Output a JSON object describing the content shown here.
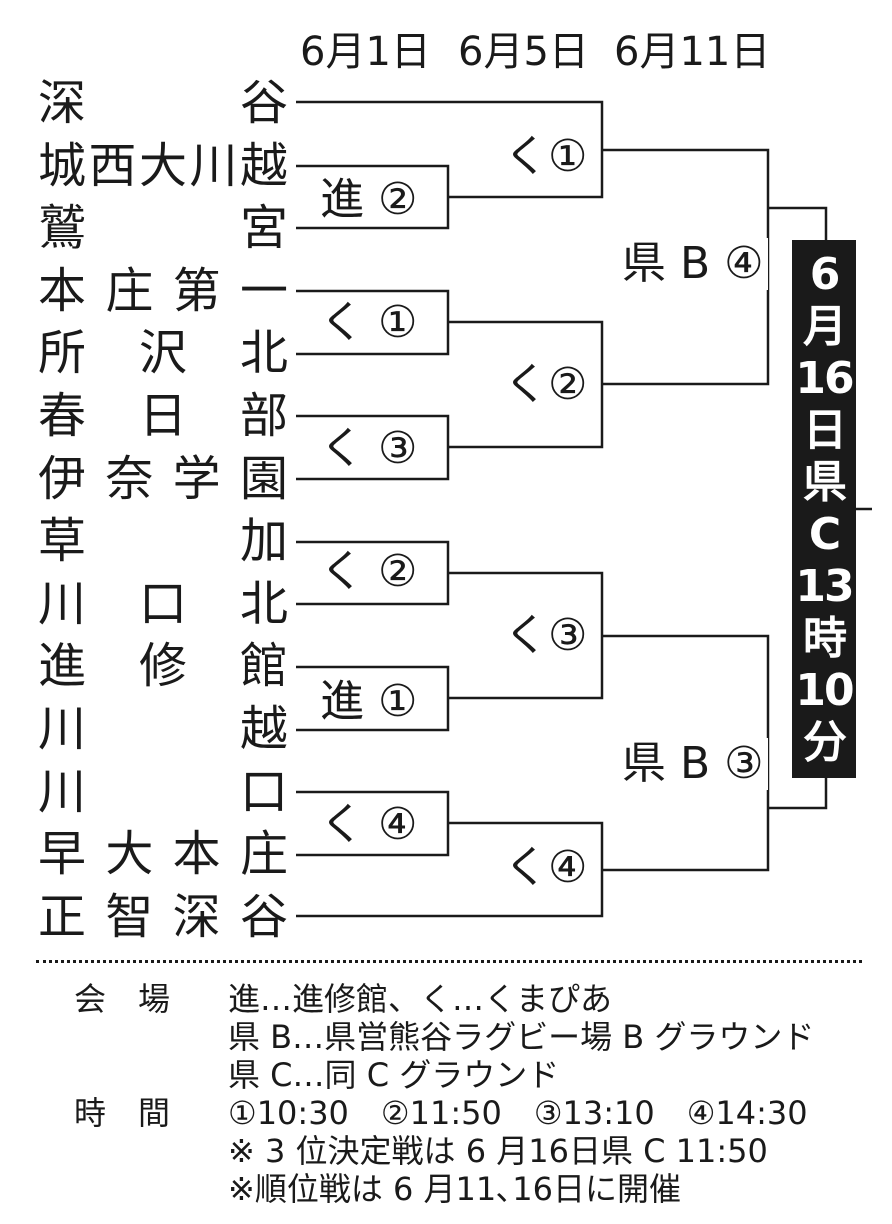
{
  "dates": [
    "6月1日",
    "6月5日",
    "6月11日"
  ],
  "teams": [
    [
      "深",
      "谷"
    ],
    [
      "城",
      "西",
      "大",
      "川",
      "越"
    ],
    [
      "鷲",
      "宮"
    ],
    [
      "本",
      "庄",
      "第",
      "一"
    ],
    [
      "所",
      "沢",
      "北"
    ],
    [
      "春",
      "日",
      "部"
    ],
    [
      "伊",
      "奈",
      "学",
      "園"
    ],
    [
      "草",
      "加"
    ],
    [
      "川",
      "口",
      "北"
    ],
    [
      "進",
      "修",
      "館"
    ],
    [
      "川",
      "越"
    ],
    [
      "川",
      "口"
    ],
    [
      "早",
      "大",
      "本",
      "庄"
    ],
    [
      "正",
      "智",
      "深",
      "谷"
    ]
  ],
  "round1": [
    "進 ②",
    "く ①",
    "く ③",
    "く ②",
    "進 ①",
    "く ④"
  ],
  "round2": [
    "く①",
    "く②",
    "く③",
    "く④"
  ],
  "round3": [
    "県 B ④",
    "県 B ③"
  ],
  "final": [
    "6",
    "月",
    "16",
    "日",
    "県",
    "C",
    "13",
    "時",
    "10",
    "分"
  ],
  "info": {
    "venue_label": "会　場",
    "venue_lines": [
      "進…進修館、く…くまぴあ",
      "県 B…県営熊谷ラグビー場 B グラウンド",
      "県 C…同 C グラウンド"
    ],
    "time_label": "時　間",
    "time_lines": [
      "①10:30　②11:50　③13:10　④14:30",
      "※ 3 位決定戦は 6 月16日県 C 11:50",
      "※順位戦は 6 月11､16日に開催"
    ]
  }
}
